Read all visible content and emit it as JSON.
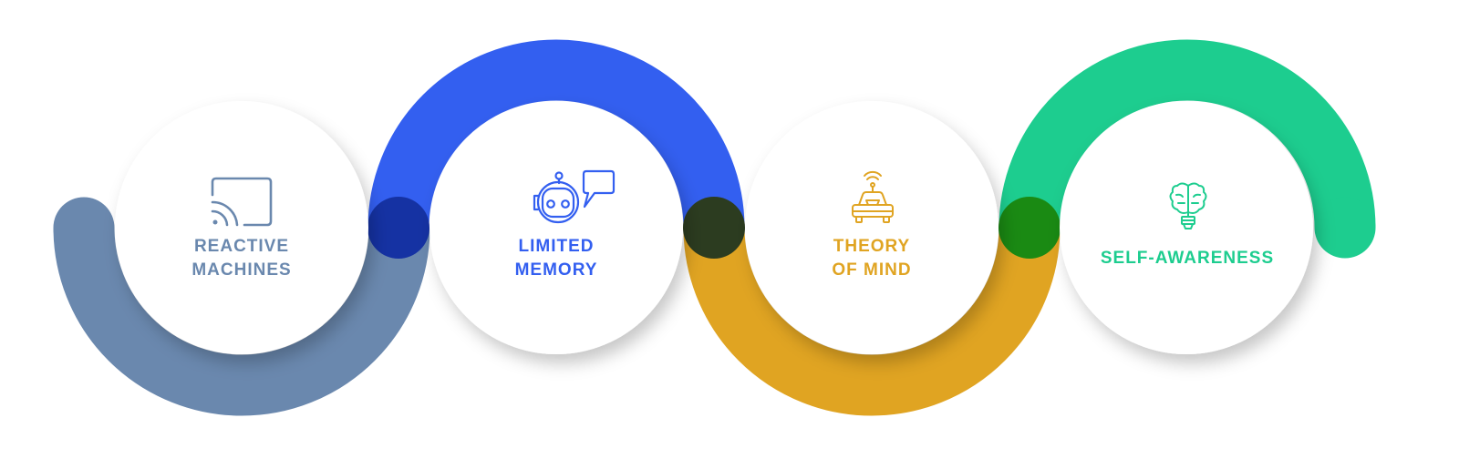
{
  "diagram": {
    "title": "",
    "stages": [
      {
        "id": "reactive-machines",
        "line1": "REACTIVE",
        "line2": "MACHINES",
        "icon": "cast-screen-icon",
        "color": "#6a88ae"
      },
      {
        "id": "limited-memory",
        "line1": "LIMITED",
        "line2": "MEMORY",
        "icon": "robot-chat-icon",
        "color": "#335ff0"
      },
      {
        "id": "theory-of-mind",
        "line1": "THEORY",
        "line2": "OF MIND",
        "icon": "autonomous-car-icon",
        "color": "#e0a422"
      },
      {
        "id": "self-awareness",
        "line1": "SELF-AWARENESS",
        "line2": "",
        "icon": "brain-bulb-icon",
        "color": "#1dcd8f"
      }
    ],
    "junction_colors": [
      "#1532a3",
      "#2c3c20",
      "#1a8a13"
    ]
  }
}
